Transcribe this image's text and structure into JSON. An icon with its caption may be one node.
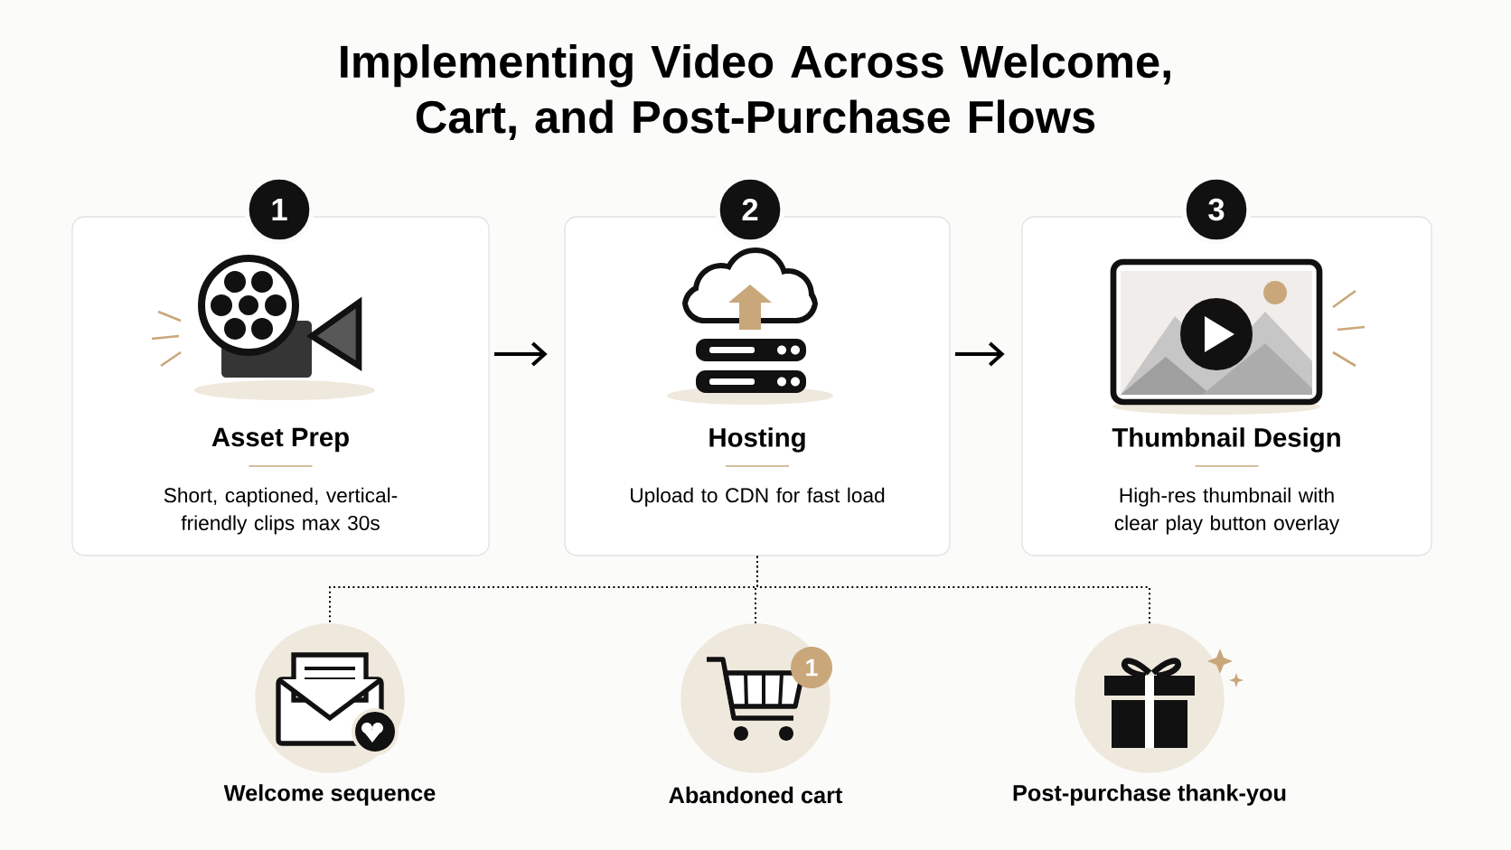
{
  "diagram": {
    "title": "Implementing Video Across Welcome, Cart, and Post-Purchase Flows",
    "nodes": [
      {
        "text": [
          "1"
        ]
      },
      {
        "text": [
          "Asset Prep",
          "Short, captioned, vertical-friendly clips max 30s"
        ]
      },
      {
        "text": [
          "2"
        ]
      },
      {
        "text": [
          "Hosting",
          "Upload to CDN for fast load"
        ]
      },
      {
        "text": [
          "3"
        ]
      },
      {
        "text": [
          "Thumbnail Design",
          "High-res thumbnail with clear play button overlay"
        ]
      },
      {
        "text": [
          "Welcome sequence"
        ]
      },
      {
        "text": [
          "Abandoned cart"
        ]
      },
      {
        "text": [
          "Post-purchase thank-you"
        ]
      }
    ],
    "edges": [
      {
        "from": 1,
        "to": 3,
        "arrow": "to"
      },
      {
        "from": 3,
        "to": 5,
        "arrow": "to"
      },
      {
        "from": 3,
        "to": 6,
        "arrow": "none",
        "style": "dashed"
      },
      {
        "from": 3,
        "to": 7,
        "arrow": "none",
        "style": "dashed"
      },
      {
        "from": 3,
        "to": 8,
        "arrow": "none",
        "style": "dashed"
      }
    ],
    "labels": [
      "1"
    ]
  }
}
